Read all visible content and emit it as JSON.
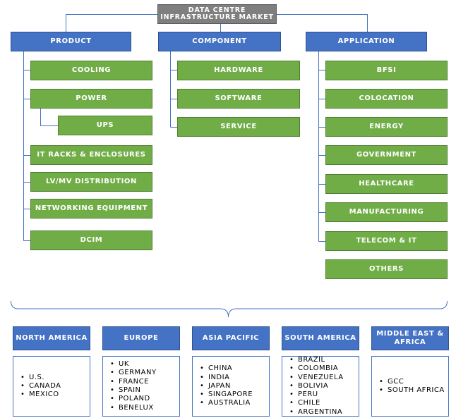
{
  "title": "DATA CENTRE INFRASTRUCTURE MARKET",
  "categories": {
    "product": {
      "label": "PRODUCT",
      "items": [
        "COOLING",
        "POWER",
        "IT RACKS & ENCLOSURES",
        "LV/MV DISTRIBUTION",
        "NETWORKING EQUIPMENT",
        "DCIM"
      ],
      "sub_items": {
        "power": [
          "UPS"
        ]
      }
    },
    "component": {
      "label": "COMPONENT",
      "items": [
        "HARDWARE",
        "SOFTWARE",
        "SERVICE"
      ]
    },
    "application": {
      "label": "APPLICATION",
      "items": [
        "BFSI",
        "COLOCATION",
        "ENERGY",
        "GOVERNMENT",
        "HEALTHCARE",
        "MANUFACTURING",
        "TELECOM & IT",
        "OTHERS"
      ]
    }
  },
  "regions": [
    {
      "label": "NORTH AMERICA",
      "countries": [
        "U.S.",
        "CANADA",
        "MEXICO"
      ]
    },
    {
      "label": "EUROPE",
      "countries": [
        "UK",
        "GERMANY",
        "FRANCE",
        "SPAIN",
        "POLAND",
        "BENELUX"
      ]
    },
    {
      "label": "ASIA PACIFIC",
      "countries": [
        "CHINA",
        "INDIA",
        "JAPAN",
        "SINGAPORE",
        "AUSTRALIA"
      ]
    },
    {
      "label": "SOUTH AMERICA",
      "countries": [
        "BRAZIL",
        "COLOMBIA",
        "VENEZUELA",
        "BOLIVIA",
        "PERU",
        "CHILE",
        "ARGENTINA"
      ]
    },
    {
      "label": "MIDDLE EAST & AFRICA",
      "countries": [
        "GCC",
        "SOUTH AFRICA"
      ]
    }
  ],
  "colors": {
    "title_box": "#7f7f7f",
    "category_box": "#4472c4",
    "item_box": "#70ad47",
    "connector": "#4472c4"
  }
}
